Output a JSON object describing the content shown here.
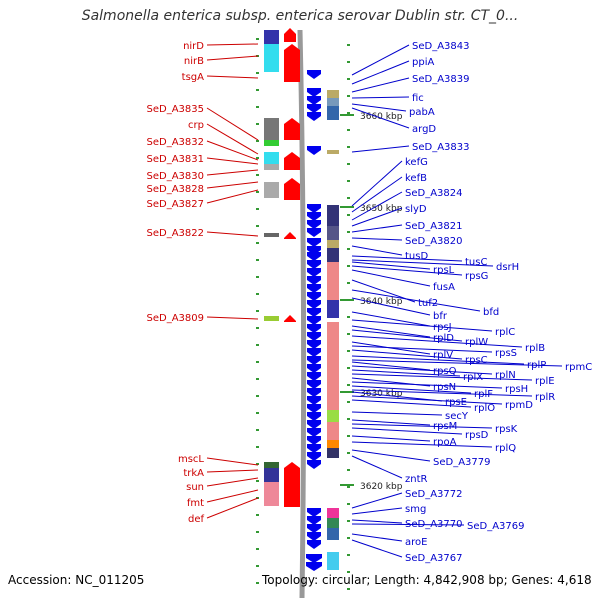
{
  "title": "Salmonella enterica subsp. enterica serovar Dublin str. CT_0...",
  "footer": {
    "accession": "Accession: NC_011205",
    "stats": "Topology: circular; Length: 4,842,908 bp; Genes: 4,618"
  },
  "colors": {
    "left_label": "#cc0000",
    "right_label": "#0000cc",
    "forward_gene": "#ff0000",
    "reverse_gene": "#0000ee",
    "backbone": "#999999",
    "tick": "#339933"
  },
  "left_labels": [
    "nirD",
    "nirB",
    "tsgA",
    "SeD_A3835",
    "crp",
    "SeD_A3832",
    "SeD_A3831",
    "SeD_A3830",
    "SeD_A3828",
    "SeD_A3827",
    "SeD_A3822",
    "SeD_A3809",
    "mscL",
    "trkA",
    "sun",
    "fmt",
    "def"
  ],
  "right_labels": [
    "SeD_A3843",
    "ppiA",
    "SeD_A3839",
    "fic",
    "pabA",
    "argD",
    "SeD_A3833",
    "kefG",
    "kefB",
    "SeD_A3824",
    "slyD",
    "SeD_A3821",
    "SeD_A3820",
    "tusD",
    "tusC",
    "dsrH",
    "rpsL",
    "rpsG",
    "fusA",
    "tuf2",
    "bfd",
    "bfr",
    "rpsJ",
    "rplC",
    "rplD",
    "rplW",
    "rplB",
    "rplV",
    "rpsS",
    "rpsC",
    "rplP",
    "rpmC",
    "rpsQ",
    "rplN",
    "rplX",
    "rplE",
    "rpsN",
    "rpsH",
    "rplF",
    "rplR",
    "rpsE",
    "rpmD",
    "rplO",
    "secY",
    "rpsM",
    "rpsK",
    "rpsD",
    "rpoA",
    "rplQ",
    "SeD_A3779",
    "zntR",
    "SeD_A3772",
    "smg",
    "SeD_A3770",
    "SeD_A3769",
    "aroE",
    "SeD_A3767"
  ],
  "scale_labels": [
    "3660 kbp",
    "3650 kbp",
    "3640 kbp",
    "3630 kbp",
    "3620 kbp"
  ]
}
